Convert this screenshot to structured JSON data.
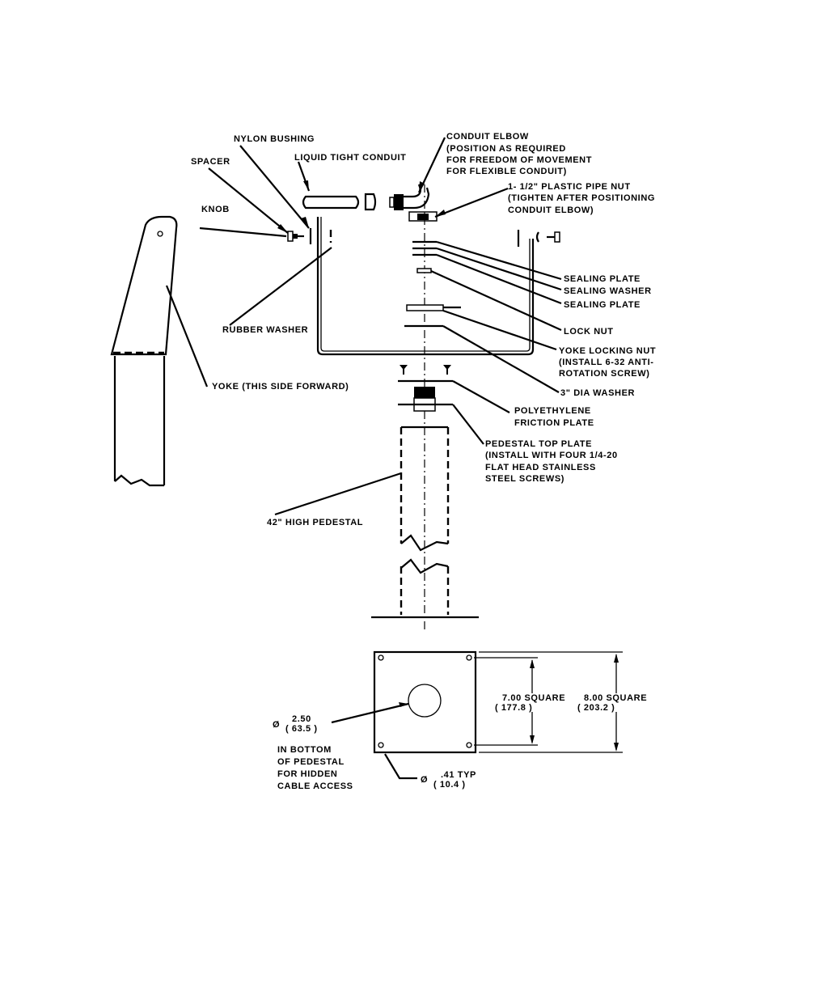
{
  "labels": {
    "nylon_bushing": "NYLON BUSHING",
    "liquid_tight_conduit": "LIQUID TIGHT CONDUIT",
    "spacer": "SPACER",
    "knob": "KNOB",
    "conduit_elbow": [
      "CONDUIT ELBOW",
      "(POSITION AS REQUIRED",
      "FOR FREEDOM OF MOVEMENT",
      "FOR FLEXIBLE CONDUIT)"
    ],
    "plastic_pipe_nut": [
      "1- 1/2\" PLASTIC PIPE NUT",
      "(TIGHTEN AFTER POSITIONING",
      "CONDUIT ELBOW)"
    ],
    "sealing_plate_1": "SEALING PLATE",
    "sealing_washer": "SEALING WASHER",
    "sealing_plate_2": "SEALING PLATE",
    "lock_nut": "LOCK NUT",
    "rubber_washer": "RUBBER WASHER",
    "yoke_locking_nut": [
      "YOKE LOCKING NUT",
      "(INSTALL 6-32 ANTI-",
      "ROTATION SCREW)"
    ],
    "yoke": "YOKE  (THIS SIDE FORWARD)",
    "dia_washer": "3\" DIA  WASHER",
    "friction_plate": [
      "POLYETHYLENE",
      "FRICTION PLATE"
    ],
    "pedestal_top_plate": [
      "PEDESTAL TOP PLATE",
      "(INSTALL WITH FOUR 1/4-20",
      "FLAT HEAD STAINLESS",
      "STEEL SCREWS)"
    ],
    "high_pedestal": "42\" HIGH PEDESTAL"
  },
  "dimensions": {
    "hole_dia_symbol": "Ø",
    "hole_dia_in": "2.50",
    "hole_dia_mm": "( 63.5 )",
    "hole_note": [
      "IN BOTTOM",
      "OF PEDESTAL",
      "FOR HIDDEN",
      "CABLE ACCESS"
    ],
    "bolt_dia_symbol": "Ø",
    "bolt_dia_in": ".41 TYP",
    "bolt_dia_mm": "( 10.4 )",
    "inner_square_in": "7.00 SQUARE",
    "inner_square_mm": "( 177.8 )",
    "outer_square_in": "8.00 SQUARE",
    "outer_square_mm": "( 203.2 )"
  }
}
